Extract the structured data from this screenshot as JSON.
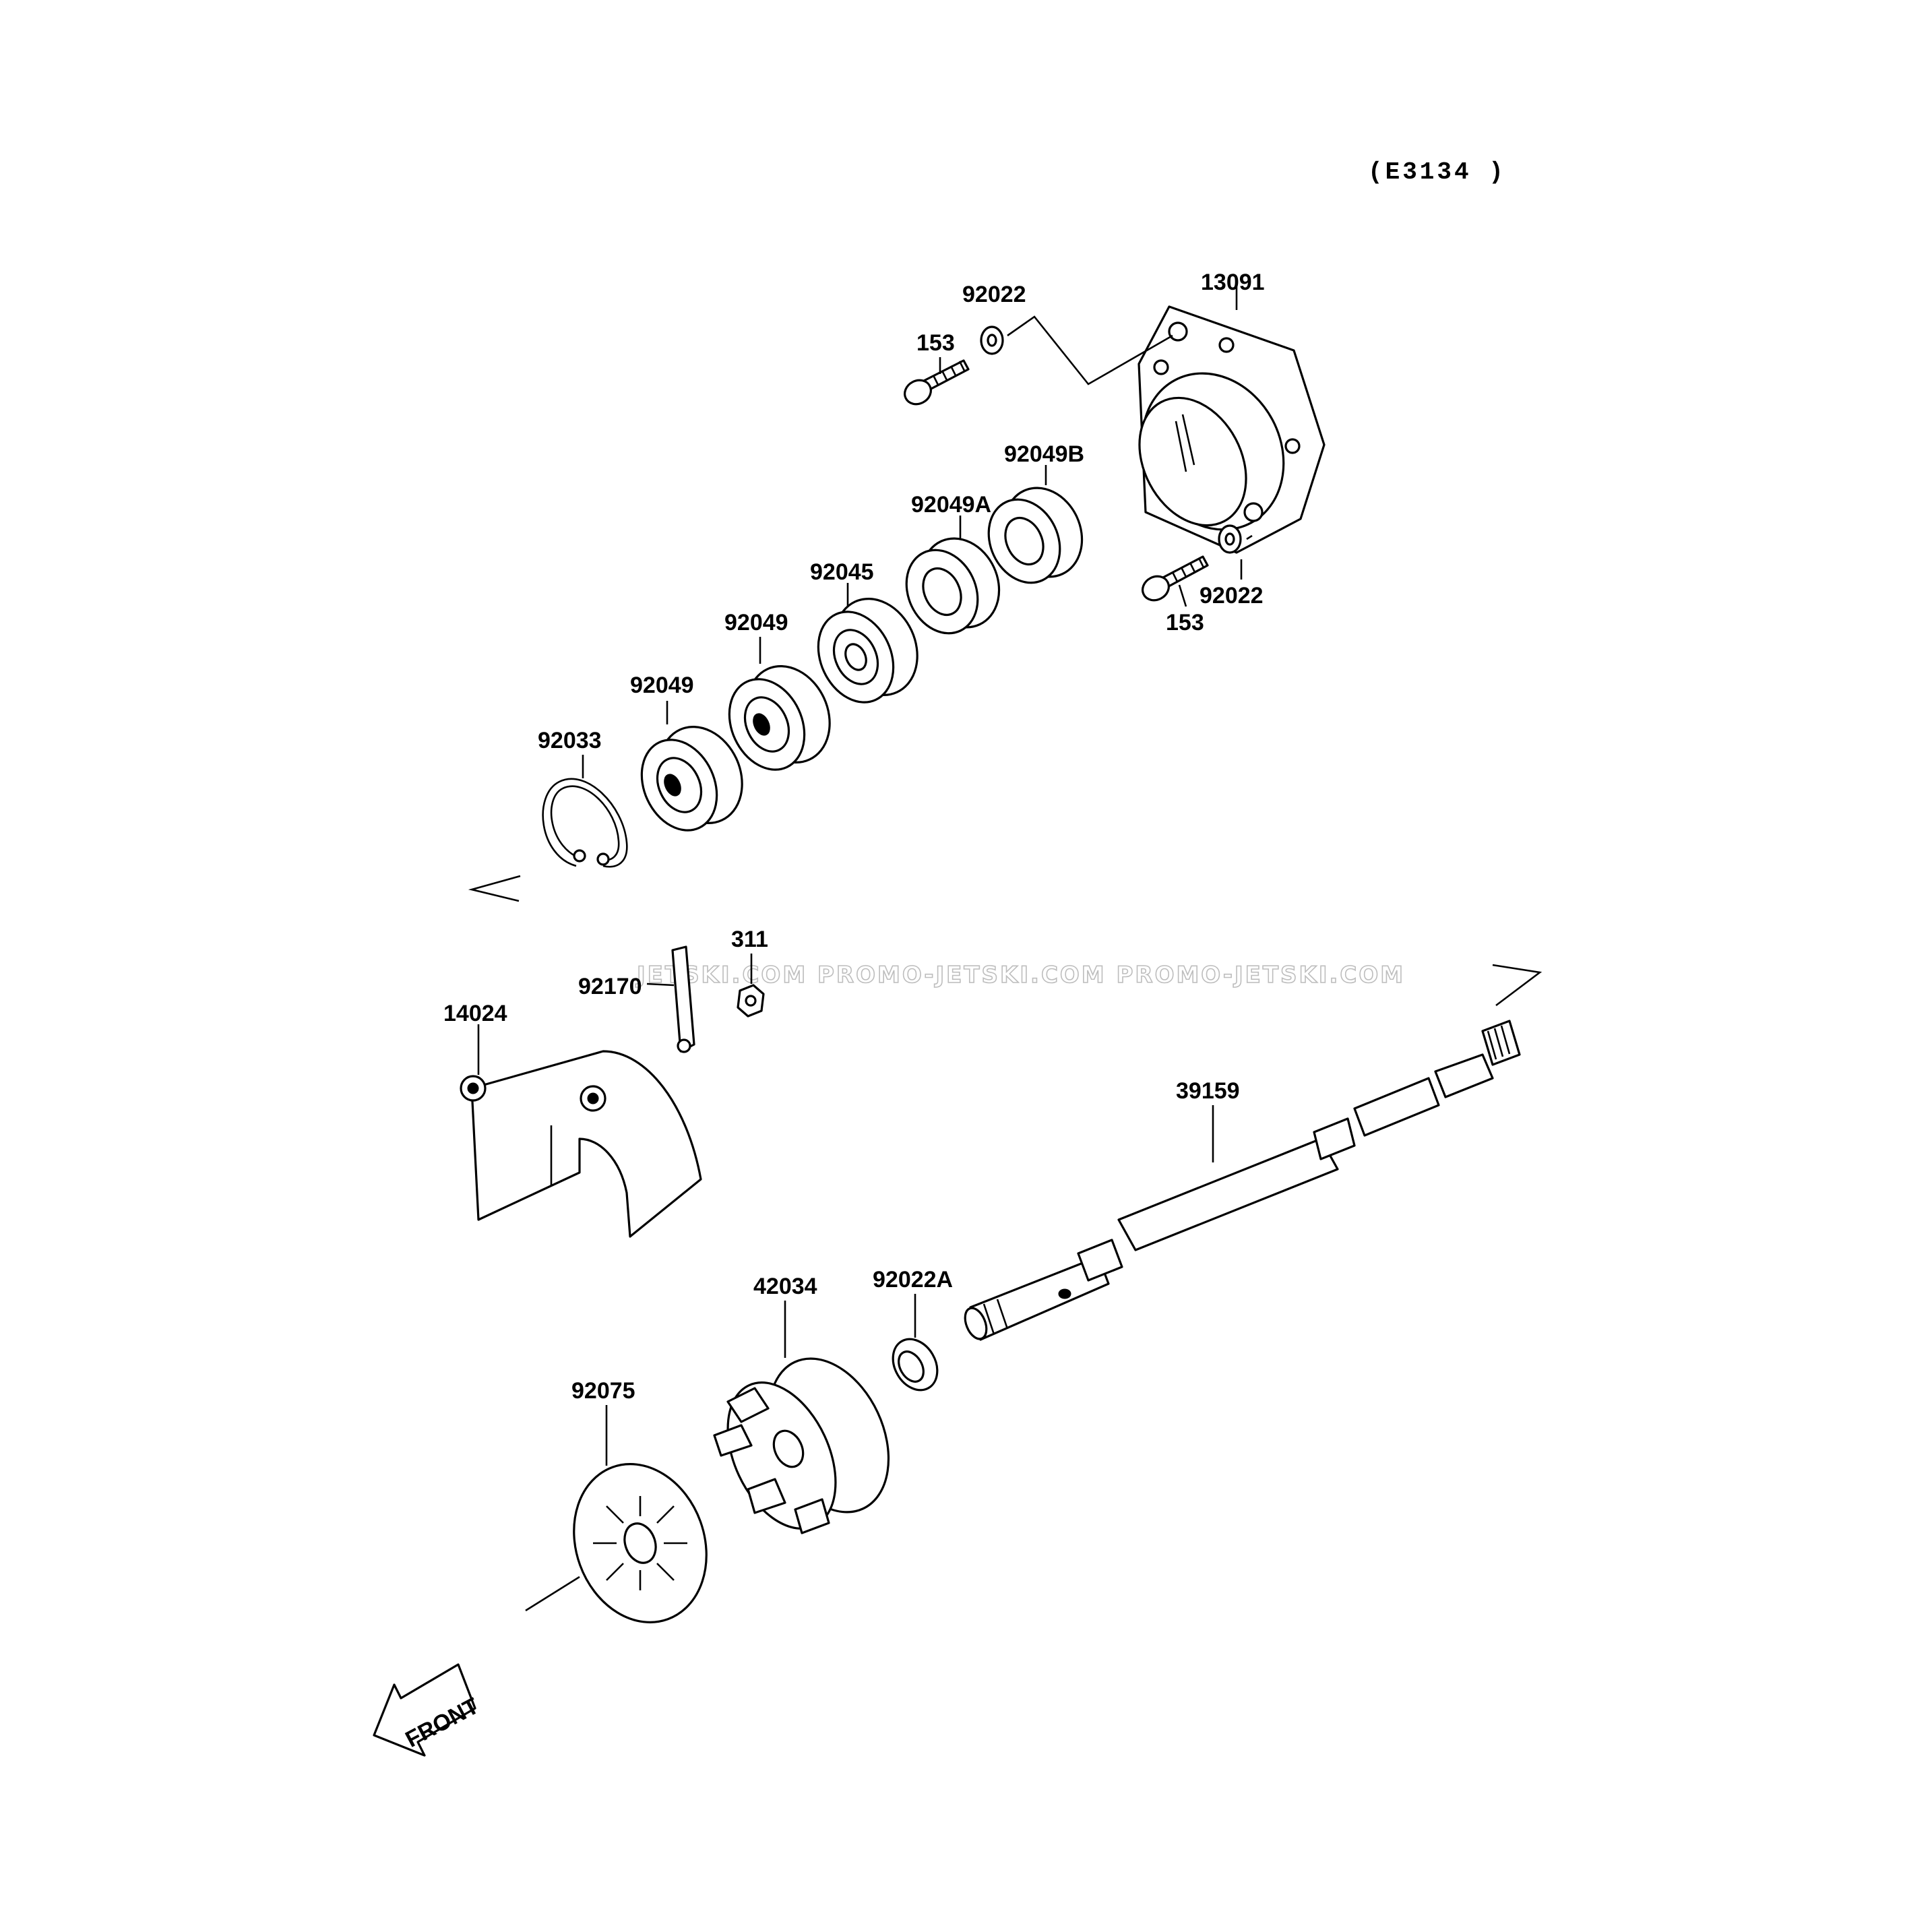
{
  "diagram_code": "(E3134 )",
  "watermark": "JETSKI.COM   PROMO-JETSKI.COM   PROMO-JETSKI.COM",
  "front_arrow_label": "FRONT",
  "parts": {
    "p92022_top": "92022",
    "p13091": "13091",
    "p153_top": "153",
    "p92049B": "92049B",
    "p92049A": "92049A",
    "p92045": "92045",
    "p92022_bottom": "92022",
    "p153_bottom": "153",
    "p92049_upper": "92049",
    "p92049_lower": "92049",
    "p92033": "92033",
    "p311": "311",
    "p92170": "92170",
    "p14024": "14024",
    "p39159": "39159",
    "p42034": "42034",
    "p92022A": "92022A",
    "p92075": "92075"
  }
}
